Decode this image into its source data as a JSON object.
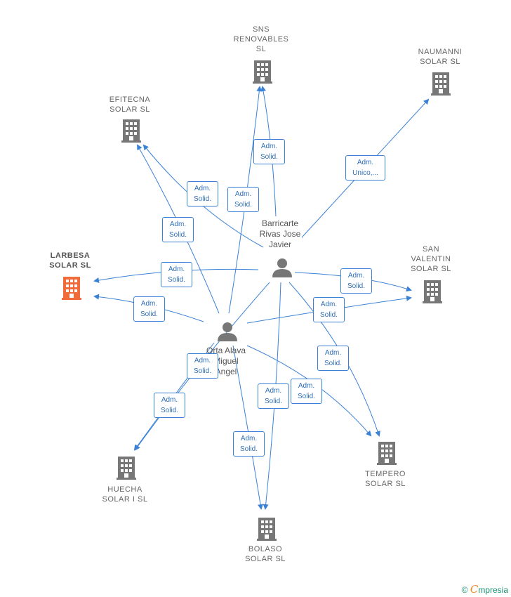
{
  "companies": [
    {
      "id": "sns",
      "name": "SNS\nRENOVABLES\nSL",
      "color": "#777777"
    },
    {
      "id": "naumanni",
      "name": "NAUMANNI\nSOLAR  SL",
      "color": "#777777"
    },
    {
      "id": "efitecna",
      "name": "EFITECNA\nSOLAR  SL",
      "color": "#777777"
    },
    {
      "id": "larbesa",
      "name": "LARBESA\nSOLAR  SL",
      "color": "#f26b3a",
      "focus": true
    },
    {
      "id": "sanvalentin",
      "name": "SAN\nVALENTIN\nSOLAR  SL",
      "color": "#777777"
    },
    {
      "id": "huecha",
      "name": "HUECHA\nSOLAR I  SL",
      "color": "#777777"
    },
    {
      "id": "tempero",
      "name": "TEMPERO\nSOLAR  SL",
      "color": "#777777"
    },
    {
      "id": "bolaso",
      "name": "BOLASO\nSOLAR  SL",
      "color": "#777777"
    }
  ],
  "people": [
    {
      "id": "barricarte",
      "name": "Barricarte\nRivas Jose\nJavier"
    },
    {
      "id": "orta",
      "name": "Orta Alava\nMiguel\nAngel"
    }
  ],
  "edges": [
    {
      "id": "e1",
      "label": "Adm.\nUnico,..."
    },
    {
      "id": "e2",
      "label": "Adm.\nSolid."
    },
    {
      "id": "e3",
      "label": "Adm.\nSolid."
    },
    {
      "id": "e4",
      "label": "Adm.\nSolid."
    },
    {
      "id": "e5",
      "label": "Adm.\nSolid."
    },
    {
      "id": "e6",
      "label": "Adm.\nSolid."
    },
    {
      "id": "e7",
      "label": "Adm.\nSolid."
    },
    {
      "id": "e8",
      "label": "Adm.\nSolid."
    },
    {
      "id": "e9",
      "label": "Adm.\nSolid."
    },
    {
      "id": "e10",
      "label": "Adm.\nSolid."
    },
    {
      "id": "e11",
      "label": "Adm.\nSolid."
    },
    {
      "id": "e12",
      "label": "Adm.\nSolid."
    },
    {
      "id": "e13",
      "label": "Adm.\nSolid."
    },
    {
      "id": "e14",
      "label": "Adm.\nSolid."
    },
    {
      "id": "e15",
      "label": "Adm.\nSolid."
    }
  ],
  "brand": {
    "copyright": "©",
    "initial": "C",
    "name": "mpresia"
  },
  "colors": {
    "edge": "#3b82d6",
    "building": "#777777",
    "focus": "#f26b3a",
    "person": "#777777"
  }
}
